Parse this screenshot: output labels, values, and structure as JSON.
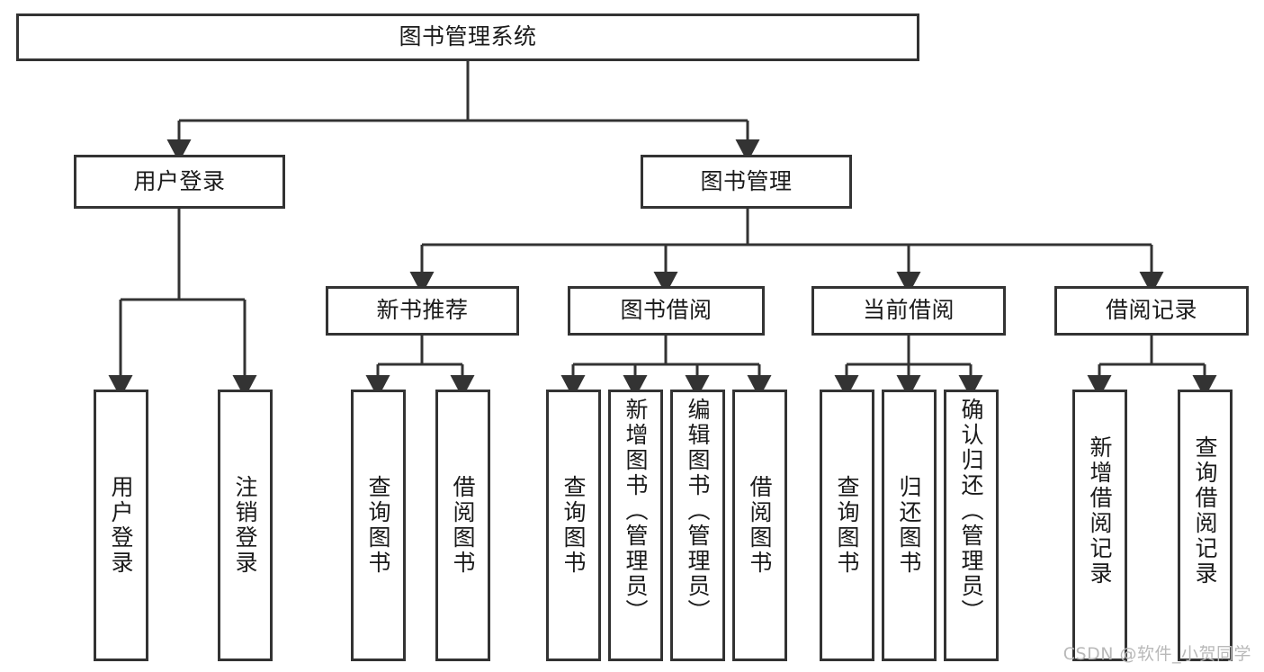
{
  "diagram": {
    "title": "图书管理系统",
    "type": "functional-structure-tree",
    "stroke_color": "#333333",
    "fill_color": "#ffffff",
    "text_color": "#1a1a1a",
    "watermark": "CSDN @软件_小贺同学"
  },
  "levels": {
    "root": {
      "label": "图书管理系统"
    },
    "level2": [
      {
        "label": "用户登录"
      },
      {
        "label": "图书管理"
      }
    ],
    "level3": [
      {
        "label": "新书推荐"
      },
      {
        "label": "图书借阅"
      },
      {
        "label": "当前借阅"
      },
      {
        "label": "借阅记录"
      }
    ],
    "level4": [
      {
        "label": "用户登录"
      },
      {
        "label": "注销登录"
      },
      {
        "label": "查询图书"
      },
      {
        "label": "借阅图书"
      },
      {
        "label": "查询图书"
      },
      {
        "label": "新增图书（管理员）"
      },
      {
        "label": "编辑图书（管理员）"
      },
      {
        "label": "借阅图书"
      },
      {
        "label": "查询图书"
      },
      {
        "label": "归还图书"
      },
      {
        "label": "确认归还（管理员）"
      },
      {
        "label": "新增借阅记录"
      },
      {
        "label": "查询借阅记录"
      }
    ]
  },
  "chart_data": {
    "type": "table",
    "title": "图书管理系统",
    "tree": [
      {
        "label": "图书管理系统",
        "children": [
          {
            "label": "用户登录",
            "children": [
              {
                "label": "用户登录"
              },
              {
                "label": "注销登录"
              }
            ]
          },
          {
            "label": "图书管理",
            "children": [
              {
                "label": "新书推荐",
                "children": [
                  {
                    "label": "查询图书"
                  },
                  {
                    "label": "借阅图书"
                  }
                ]
              },
              {
                "label": "图书借阅",
                "children": [
                  {
                    "label": "查询图书"
                  },
                  {
                    "label": "新增图书（管理员）"
                  },
                  {
                    "label": "编辑图书（管理员）"
                  },
                  {
                    "label": "借阅图书"
                  }
                ]
              },
              {
                "label": "当前借阅",
                "children": [
                  {
                    "label": "查询图书"
                  },
                  {
                    "label": "归还图书"
                  },
                  {
                    "label": "确认归还（管理员）"
                  }
                ]
              },
              {
                "label": "借阅记录",
                "children": [
                  {
                    "label": "新增借阅记录"
                  },
                  {
                    "label": "查询借阅记录"
                  }
                ]
              }
            ]
          }
        ]
      }
    ]
  }
}
